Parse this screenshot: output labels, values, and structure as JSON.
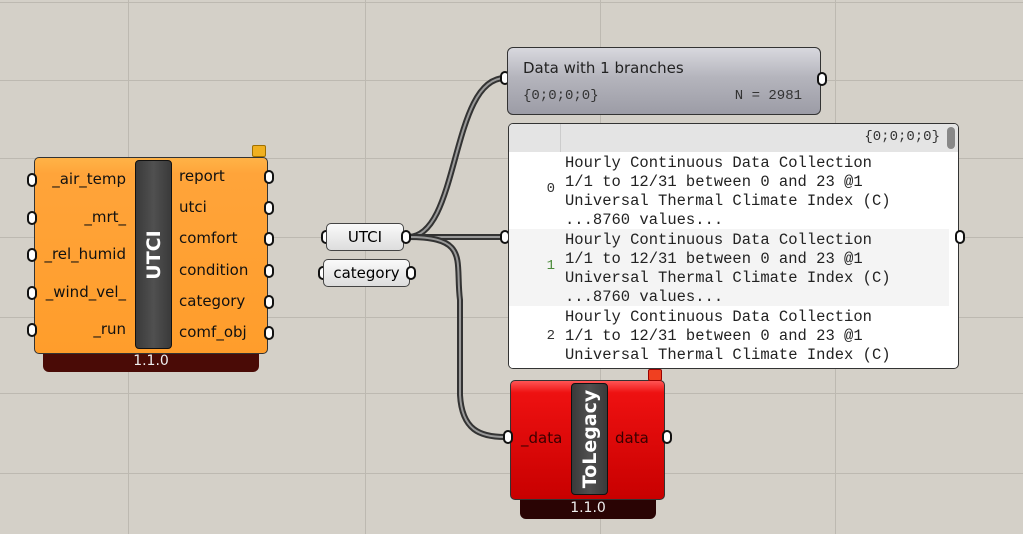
{
  "canvas": {
    "background": "#d4d0c8",
    "grid": true
  },
  "utci_component": {
    "nickname": "UTCI",
    "version": "1.1.0",
    "color": "#ff9d2b",
    "inputs": [
      "_air_temp",
      "_mrt_",
      "_rel_humid",
      "_wind_vel_",
      "_run"
    ],
    "outputs": [
      "report",
      "utci",
      "comfort",
      "condition",
      "category",
      "comf_obj"
    ]
  },
  "params": [
    {
      "label": "UTCI"
    },
    {
      "label": "category"
    }
  ],
  "data_panel": {
    "title": "Data with 1 branches",
    "path": "{0;0;0;0}",
    "count": "N = 2981"
  },
  "text_panel": {
    "path": "{0;0;0;0}",
    "rows": [
      {
        "index": "0",
        "text": "Hourly Continuous Data Collection\n1/1 to 12/31 between 0 and 23 @1\nUniversal Thermal Climate Index (C)\n...8760 values..."
      },
      {
        "index": "1",
        "text": "Hourly Continuous Data Collection\n1/1 to 12/31 between 0 and 23 @1\nUniversal Thermal Climate Index (C)\n...8760 values..."
      },
      {
        "index": "2",
        "text": "Hourly Continuous Data Collection\n1/1 to 12/31 between 0 and 23 @1\nUniversal Thermal Climate Index (C)"
      }
    ]
  },
  "tolegacy_component": {
    "nickname": "ToLegacy",
    "version": "1.1.0",
    "color": "#dd1111",
    "inputs": [
      "_data"
    ],
    "outputs": [
      "data"
    ]
  }
}
